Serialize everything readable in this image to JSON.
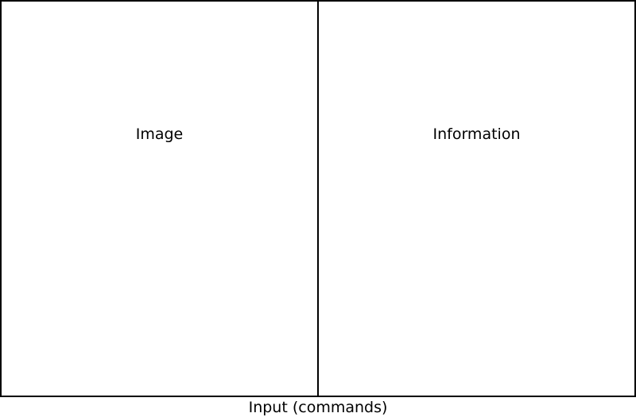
{
  "panels": {
    "image": {
      "label": "Image"
    },
    "information": {
      "label": "Information"
    }
  },
  "input": {
    "label": "Input (commands)"
  }
}
